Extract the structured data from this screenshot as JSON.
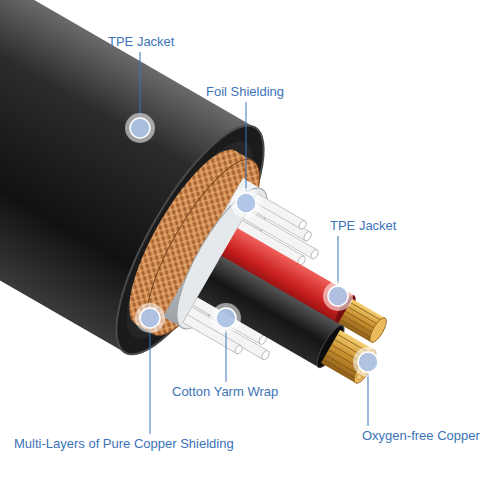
{
  "diagram": {
    "labels": [
      "TPE Jacket",
      "Foil Shielding",
      "TPE Jacket",
      "Cotton Yarm Wrap",
      "Multi-Layers of Pure Copper Shielding",
      "Oxygen-free Copper"
    ]
  }
}
